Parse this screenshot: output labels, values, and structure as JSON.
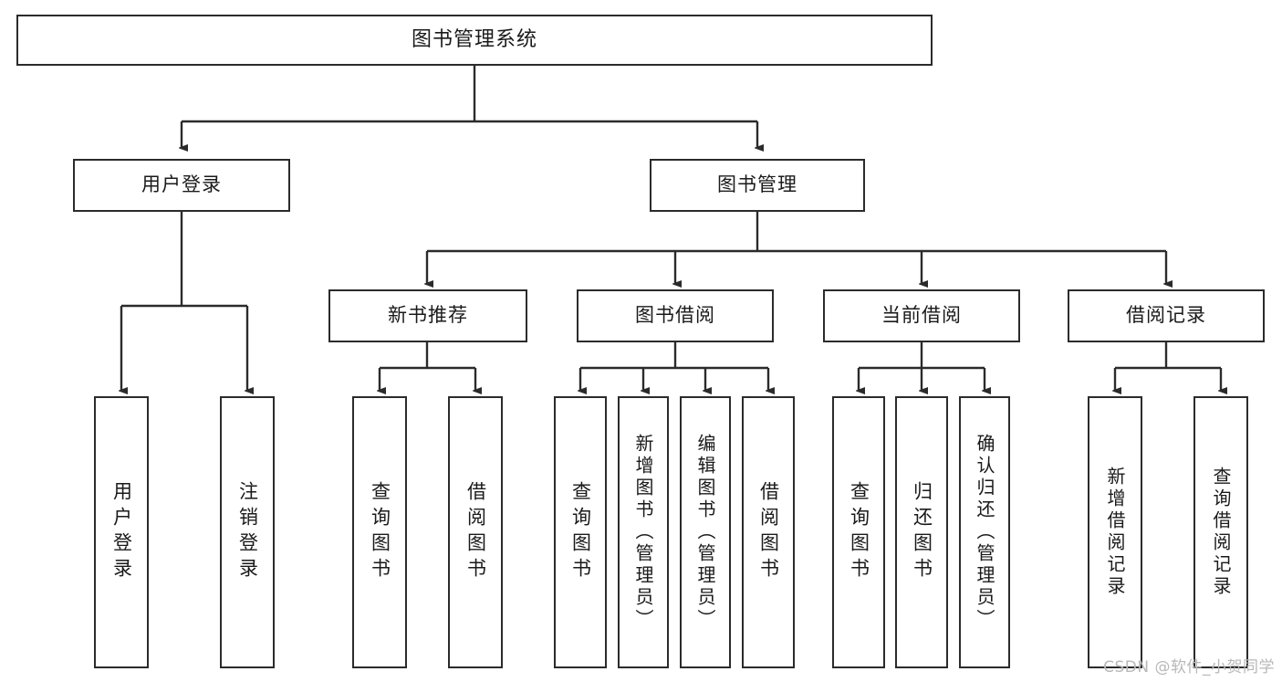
{
  "diagram": {
    "type": "tree",
    "title": "图书管理系统",
    "root": {
      "label": "图书管理系统"
    },
    "level2": [
      {
        "label": "用户登录"
      },
      {
        "label": "图书管理"
      }
    ],
    "level3": [
      {
        "label": "新书推荐"
      },
      {
        "label": "图书借阅"
      },
      {
        "label": "当前借阅"
      },
      {
        "label": "借阅记录"
      }
    ],
    "leaves": {
      "user_login": [
        {
          "label": "用户登录"
        },
        {
          "label": "注销登录"
        }
      ],
      "new_book": [
        {
          "label": "查询图书"
        },
        {
          "label": "借阅图书"
        }
      ],
      "book_borrow": [
        {
          "label": "查询图书"
        },
        {
          "label": "新增图书（管理员）"
        },
        {
          "label": "编辑图书（管理员）"
        },
        {
          "label": "借阅图书"
        }
      ],
      "current_borrow": [
        {
          "label": "查询图书"
        },
        {
          "label": "归还图书"
        },
        {
          "label": "确认归还（管理员）"
        }
      ],
      "borrow_record": [
        {
          "label": "新增借阅记录"
        },
        {
          "label": "查询借阅记录"
        }
      ]
    },
    "colors": {
      "stroke": "#2b2b2b",
      "fill": "#ffffff",
      "text": "#1a1a1a",
      "watermark": "#b8b8b8"
    }
  },
  "watermark": {
    "text": "CSDN @软件_小贺同学"
  }
}
